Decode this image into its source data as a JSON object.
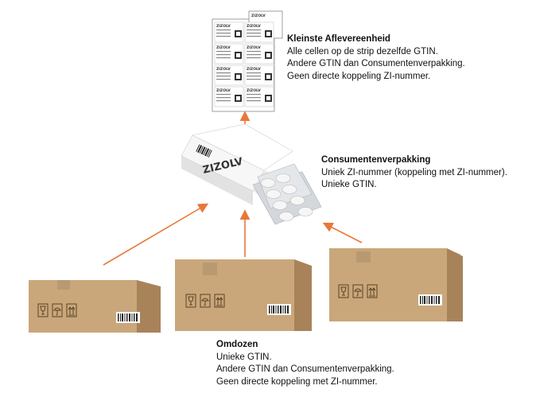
{
  "colors": {
    "arrow": "#E8783A",
    "box_front": "#C9A77A",
    "box_side": "#A8835A",
    "box_top": "#D9BC92",
    "tape": "#B89A72",
    "pill": "#F4F4F4",
    "blister": "#C9CDD2"
  },
  "labels": {
    "kleinste": {
      "title": "Kleinste Aflevereenheid",
      "lines": [
        "Alle cellen op de strip dezelfde GTIN.",
        "Andere GTIN dan Consumentenverpakking.",
        "Geen directe koppeling ZI-nummer."
      ]
    },
    "consument": {
      "title": "Consumentenverpakking",
      "lines": [
        "Uniek ZI-nummer (koppeling met ZI-nummer).",
        "Unieke GTIN."
      ]
    },
    "omdozen": {
      "title": "Omdozen",
      "lines": [
        "Unieke GTIN.",
        "Andere GTIN dan Consumentenverpakking.",
        "Geen directe koppeling met ZI-nummer."
      ]
    }
  },
  "package": {
    "brand": "ZIZOLV"
  },
  "strip": {
    "cell_brand": "ZIZOLV",
    "cell_count": 8
  },
  "icons": {
    "box_left": [
      "fragile-glass-icon",
      "keep-dry-umbrella-icon",
      "this-way-up-icon",
      "barcode-icon"
    ],
    "box_center": [
      "fragile-glass-icon",
      "keep-dry-umbrella-icon",
      "this-way-up-icon",
      "barcode-icon"
    ],
    "box_right": [
      "fragile-glass-icon",
      "keep-dry-umbrella-icon",
      "this-way-up-icon",
      "barcode-icon"
    ]
  }
}
